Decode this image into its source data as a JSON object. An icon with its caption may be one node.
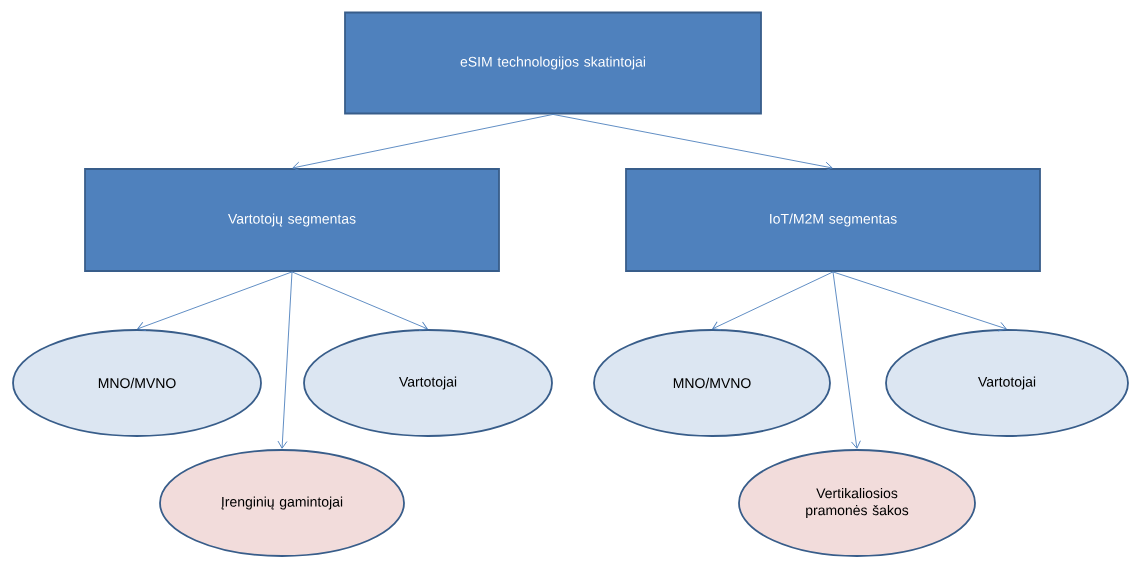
{
  "diagram": {
    "nodes": [
      {
        "text": [
          "eSIM technologijos skatintojai"
        ]
      },
      {
        "text": [
          "Vartotojų  segmentas"
        ]
      },
      {
        "text": [
          "IoT/M2M  segmentas"
        ]
      },
      {
        "text": [
          "MNO/MVNO"
        ]
      },
      {
        "text": [
          "Vartotojai"
        ]
      },
      {
        "text": [
          "Įrenginių gamintojai"
        ]
      },
      {
        "text": [
          "MNO/MVNO"
        ]
      },
      {
        "text": [
          "Vartotojai"
        ]
      },
      {
        "text": [
          "Vertikaliosios pramonės šakos"
        ]
      }
    ],
    "edges": [
      {
        "from": 0,
        "to": 1,
        "arrow": "to"
      },
      {
        "from": 0,
        "to": 2,
        "arrow": "to"
      },
      {
        "from": 1,
        "to": 3,
        "arrow": "to"
      },
      {
        "from": 1,
        "to": 5,
        "arrow": "to"
      },
      {
        "from": 1,
        "to": 4,
        "arrow": "to"
      },
      {
        "from": 2,
        "to": 6,
        "arrow": "to"
      },
      {
        "from": 2,
        "to": 8,
        "arrow": "to"
      },
      {
        "from": 2,
        "to": 7,
        "arrow": "to"
      }
    ]
  }
}
